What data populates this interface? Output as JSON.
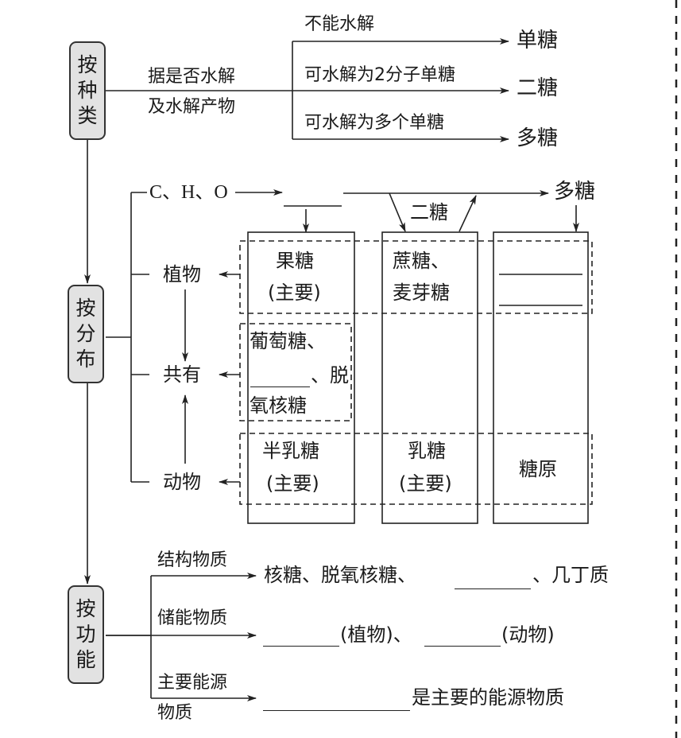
{
  "by_type": {
    "label": [
      "按",
      "种",
      "类"
    ],
    "criterion_line1": "据是否水解",
    "criterion_line2": "及水解产物",
    "branches": [
      {
        "condition": "不能水解",
        "result": "单糖"
      },
      {
        "condition": "可水解为2分子单糖",
        "result": "二糖"
      },
      {
        "condition": "可水解为多个单糖",
        "result": "多糖"
      }
    ]
  },
  "by_distribution": {
    "label": [
      "按",
      "分",
      "布"
    ],
    "elements": "C、H、O",
    "flow_middle": "二糖",
    "flow_end": "多糖",
    "groups": {
      "plant": "植物",
      "common": "共有",
      "animal": "动物"
    },
    "cells": {
      "plant_mono_line1": "果糖",
      "plant_mono_line2": "(主要)",
      "plant_di_line1": "蔗糖、",
      "plant_di_line2": "麦芽糖",
      "common_mono_line1": "葡萄糖、",
      "common_mono_line2": "、脱",
      "common_mono_line3": "氧核糖",
      "animal_mono_line1": "半乳糖",
      "animal_mono_line2": "(主要)",
      "animal_di_line1": "乳糖",
      "animal_di_line2": "(主要)",
      "animal_poly": "糖原"
    }
  },
  "by_function": {
    "label": [
      "按",
      "功",
      "能"
    ],
    "items": [
      {
        "category": "结构物质",
        "text_before": "核糖、脱氧核糖、",
        "text_after": "、几丁质"
      },
      {
        "category": "储能物质",
        "text_plant": "(植物)、",
        "text_animal": "(动物)"
      },
      {
        "category_line1": "主要能源",
        "category_line2": "物质",
        "text_after": "是主要的能源物质"
      }
    ]
  }
}
